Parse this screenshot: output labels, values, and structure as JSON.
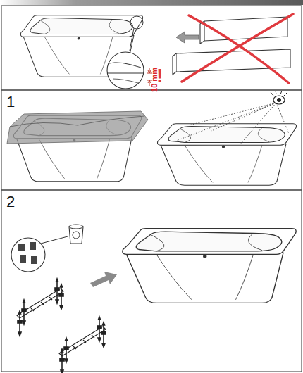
{
  "diagram": {
    "labels": [
      "10 mm",
      "!",
      "1",
      "2"
    ]
  }
}
